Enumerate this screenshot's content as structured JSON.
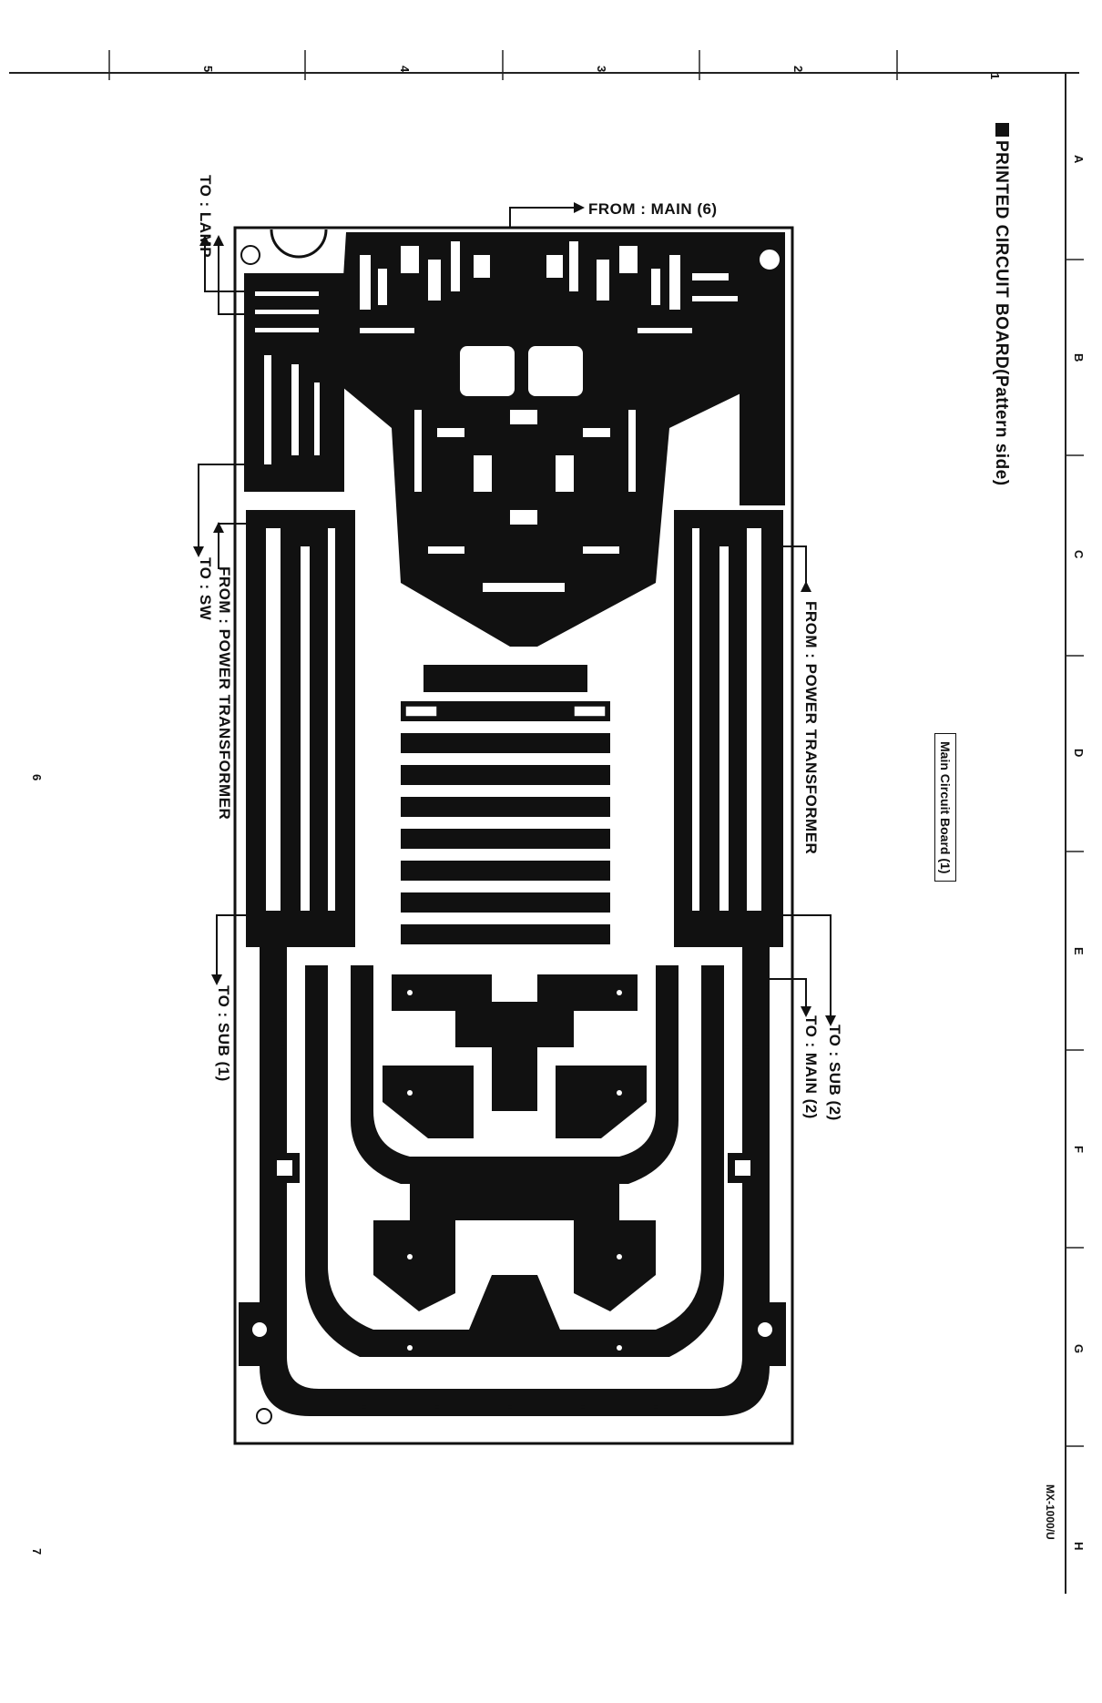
{
  "page": {
    "title": "PRINTED CIRCUIT BOARD(Pattern side)",
    "board_label": "Main Circuit Board (1)",
    "model": "MX-1000/U"
  },
  "grid": {
    "top_numbers": [
      "5",
      "4",
      "3",
      "2",
      "1"
    ],
    "right_letters": [
      "A",
      "B",
      "C",
      "D",
      "E",
      "F",
      "G",
      "H"
    ],
    "left_numbers": [
      "6",
      "7"
    ]
  },
  "connections": {
    "from_main6": "FROM : MAIN (6)",
    "to_lamp": "TO : LAMP",
    "to_sw": "TO : SW",
    "from_power_left": "FROM : POWER TRANSFORMER",
    "from_power_right": "FROM : POWER TRANSFORMER",
    "to_sub1": "TO : SUB (1)",
    "to_sub2": "TO : SUB (2)",
    "to_main2": "TO : MAIN (2)"
  }
}
